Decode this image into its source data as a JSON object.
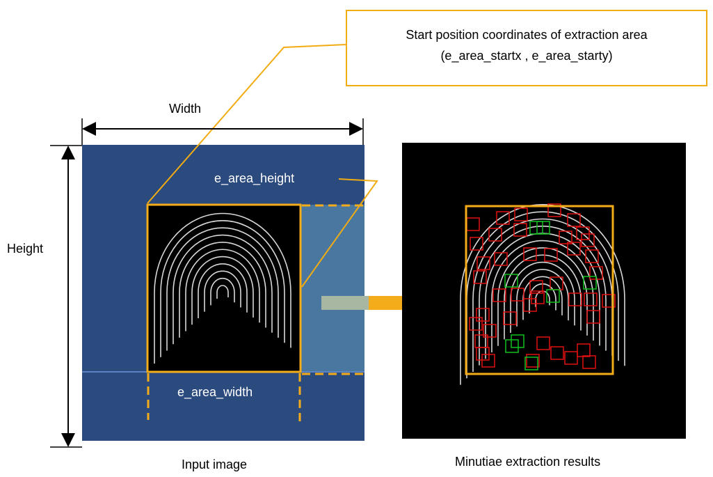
{
  "callout": {
    "line1": "Start position coordinates of extraction area",
    "line2": "(e_area_startx ,  e_area_starty)"
  },
  "labels": {
    "width": "Width",
    "height": "Height",
    "e_area_height": "e_area_height",
    "e_area_width": "e_area_width",
    "input_caption": "Input image",
    "output_caption": "Minutiae extraction results"
  },
  "colors": {
    "accent": "#f5ac1a",
    "input_bg": "#2b4a7d",
    "overlay": "#4f7fa6",
    "arrow_shaft": "#a7b7a1",
    "minutia_red": "#e01010",
    "minutia_green": "#10c020"
  }
}
